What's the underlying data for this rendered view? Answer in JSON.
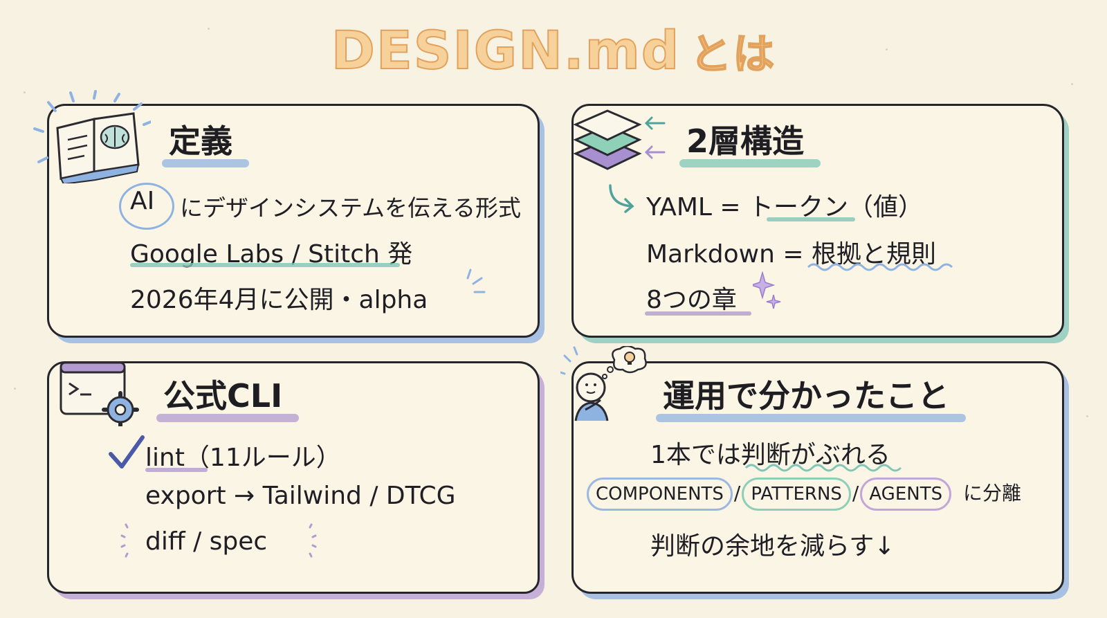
{
  "title": {
    "main": "DESIGN.md",
    "suffix": "とは"
  },
  "cards": {
    "definition": {
      "heading": "定義",
      "lines": [
        "AI",
        "にデザインシステムを伝える形式",
        "Google Labs / Stitch 発",
        "2026年4月に公開・alpha"
      ]
    },
    "structure": {
      "heading": "2層構造",
      "lines": [
        "YAML = トークン（値）",
        "Markdown = 根拠と規則",
        "8つの章"
      ]
    },
    "cli": {
      "heading": "公式CLI",
      "lines": [
        "lint（11ルール）",
        "export → Tailwind / DTCG",
        "diff / spec"
      ]
    },
    "learned": {
      "heading": "運用で分かったこと",
      "line1": "1本では判断がぶれる",
      "pills": [
        "COMPONENTS",
        "PATTERNS",
        "AGENTS"
      ],
      "sep": "/",
      "split_text": "に分離",
      "line3": "判断の余地を減らす↓"
    }
  },
  "colors": {
    "title_fill": "#f6d29a",
    "blue": "#8fb3e0",
    "teal": "#7fc6b6",
    "purple": "#b39ad0",
    "background": "#f8f2e3"
  },
  "icons": [
    "book-brain-icon",
    "layers-icon",
    "terminal-gear-icon",
    "thinking-person-icon",
    "checkmark-icon",
    "sparkle-icon",
    "curved-arrow-icon"
  ]
}
